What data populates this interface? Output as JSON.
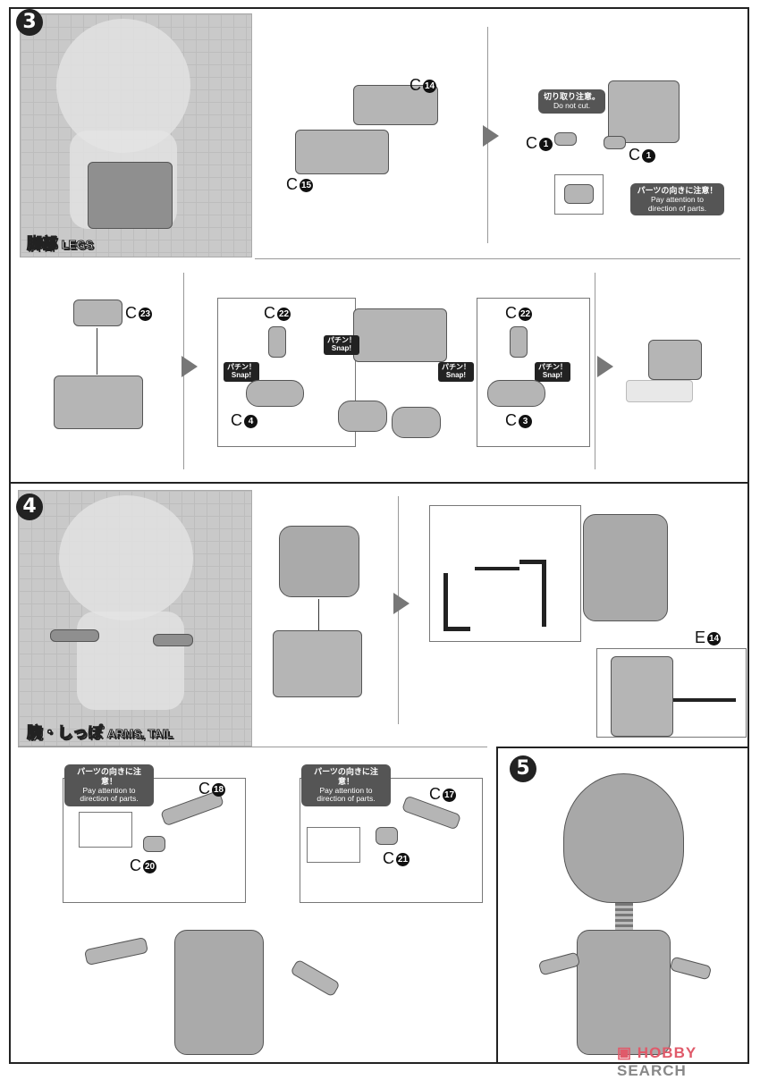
{
  "step3": {
    "number": "3",
    "title_jp": "脚部",
    "title_en": "LEGS",
    "labels": {
      "c14": "C",
      "c14n": "14",
      "c15": "C",
      "c15n": "15",
      "c1a": "C",
      "c1an": "1",
      "c1b": "C",
      "c1bn": "1",
      "c23": "C",
      "c23n": "23",
      "c22a": "C",
      "c22an": "22",
      "c4": "C",
      "c4n": "4",
      "c22b": "C",
      "c22bn": "22",
      "c3": "C",
      "c3n": "3"
    },
    "do_not_cut_jp": "切り取り注意。",
    "do_not_cut_en": "Do not cut.",
    "attention_jp": "パーツの向きに注意！",
    "attention_en": "Pay attention to direction of parts.",
    "snap_jp": "パチン！",
    "snap_en": "Snap!"
  },
  "step4": {
    "number": "4",
    "title_jp": "腕・しっぽ",
    "title_en": "ARMS, TAIL",
    "labels": {
      "e14": "E",
      "e14n": "14",
      "c18": "C",
      "c18n": "18",
      "c20": "C",
      "c20n": "20",
      "c17": "C",
      "c17n": "17",
      "c21": "C",
      "c21n": "21"
    },
    "attention_jp": "パーツの向きに注意！",
    "attention_en": "Pay attention to direction of parts."
  },
  "step5": {
    "number": "5"
  },
  "watermark": {
    "brand1": "HOBBY",
    "brand2": "SEARCH"
  }
}
